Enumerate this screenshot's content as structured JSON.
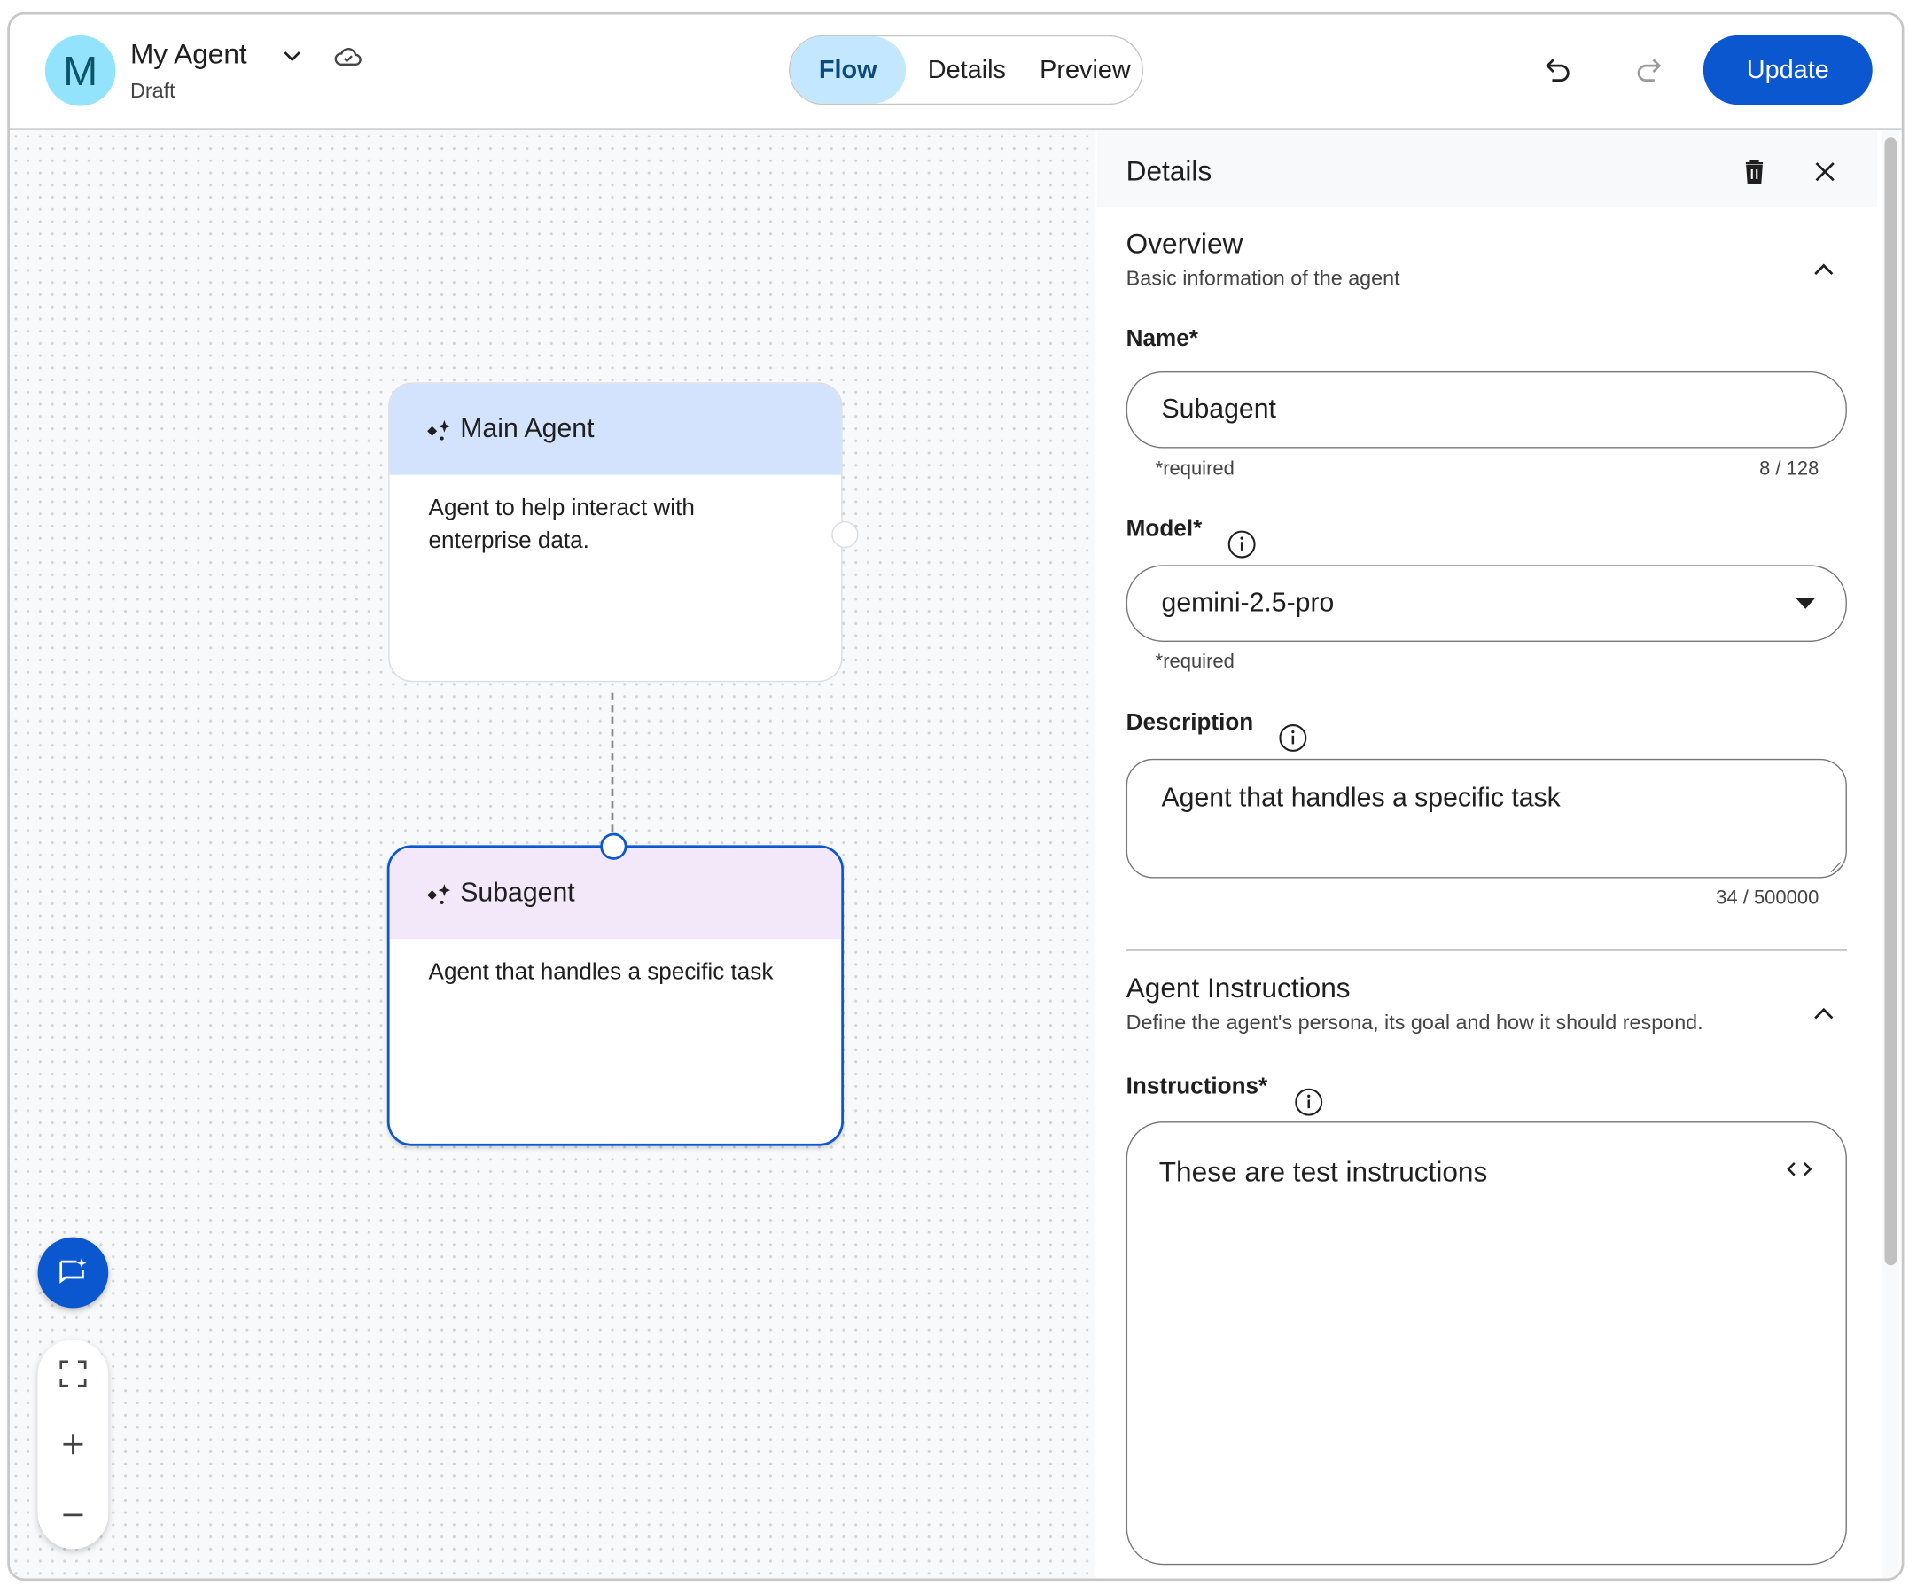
{
  "header": {
    "avatar_letter": "M",
    "agent_name": "My Agent",
    "status": "Draft",
    "tabs": [
      {
        "label": "Flow",
        "active": true
      },
      {
        "label": "Details",
        "active": false
      },
      {
        "label": "Preview",
        "active": false
      }
    ],
    "update_label": "Update"
  },
  "canvas": {
    "nodes": [
      {
        "title": "Main Agent",
        "description": "Agent to help interact with enterprise data.",
        "selected": false
      },
      {
        "title": "Subagent",
        "description": "Agent that handles a specific task",
        "selected": true
      }
    ]
  },
  "panel": {
    "title": "Details",
    "overview": {
      "title": "Overview",
      "subtitle": "Basic information of the agent",
      "name_label": "Name*",
      "name_value": "Subagent",
      "name_hint": "*required",
      "name_count": "8 / 128",
      "model_label": "Model*",
      "model_value": "gemini-2.5-pro",
      "model_hint": "*required",
      "description_label": "Description",
      "description_value": "Agent that handles a specific task",
      "description_count": "34 / 500000"
    },
    "instructions": {
      "title": "Agent Instructions",
      "subtitle": "Define the agent's persona, its goal and how it should respond.",
      "label": "Instructions*",
      "value": "These are test instructions"
    }
  },
  "colors": {
    "accent": "#0b57d0",
    "tab_active_bg": "#c2e7ff",
    "main_node_header": "#d3e3fd",
    "sub_node_header": "#f3e8fa"
  }
}
